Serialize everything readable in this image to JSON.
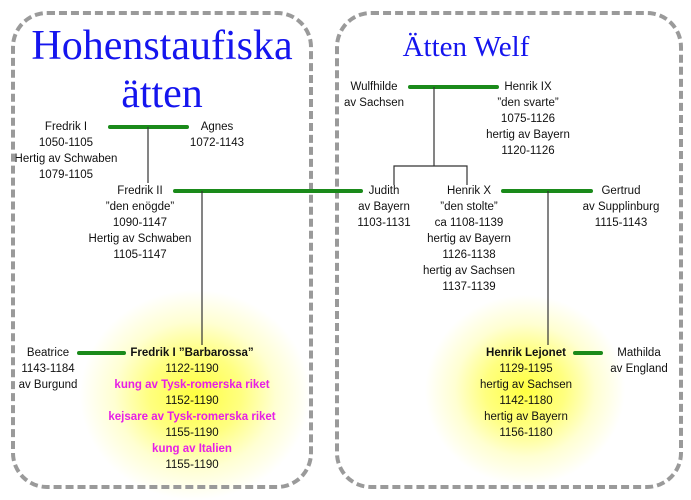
{
  "titles": {
    "left_line1": "Hohenstaufiska",
    "left_line2": "ätten",
    "right": "Ätten Welf"
  },
  "people": {
    "fredrik1": [
      "Fredrik I",
      "1050-1105",
      "Hertig av Schwaben",
      "1079-1105"
    ],
    "agnes": [
      "Agnes",
      "1072-1143"
    ],
    "fredrik2": [
      "Fredrik II",
      "”den enögde”",
      "1090-1147",
      "Hertig av Schwaben",
      "1105-1147"
    ],
    "judith": [
      "Judith",
      "av Bayern",
      "1103-1131"
    ],
    "wulfhilde": [
      "Wulfhilde",
      "av Sachsen"
    ],
    "henrik9": [
      "Henrik IX",
      "”den svarte”",
      "1075-1126",
      "hertig av Bayern",
      "1120-1126"
    ],
    "henrik10": [
      "Henrik X",
      "”den stolte”",
      "ca 1108-1139",
      "hertig av Bayern",
      "1126-1138",
      "hertig av Sachsen",
      "1137-1139"
    ],
    "gertrud": [
      "Gertrud",
      "av Supplinburg",
      "1115-1143"
    ],
    "beatrice": [
      "Beatrice",
      "1143-1184",
      "av Burgund"
    ],
    "barbarossa": [
      "Fredrik I ”Barbarossa”",
      "1122-1190",
      "kung av Tysk-romerska riket",
      "1152-1190",
      "kejsare av Tysk-romerska riket",
      "1155-1190",
      "kung av Italien",
      "1155-1190"
    ],
    "henrik_lejonet": [
      "Henrik Lejonet",
      "1129-1195",
      "hertig av Sachsen",
      "1142-1180",
      "hertig av Bayern",
      "1156-1180"
    ],
    "mathilda": [
      "Mathilda",
      "av England"
    ]
  },
  "colors": {
    "title": "#1515ee",
    "marriage": "#1a8a1a",
    "title_text": "#e61ee6",
    "border": "#9a9a9a"
  }
}
